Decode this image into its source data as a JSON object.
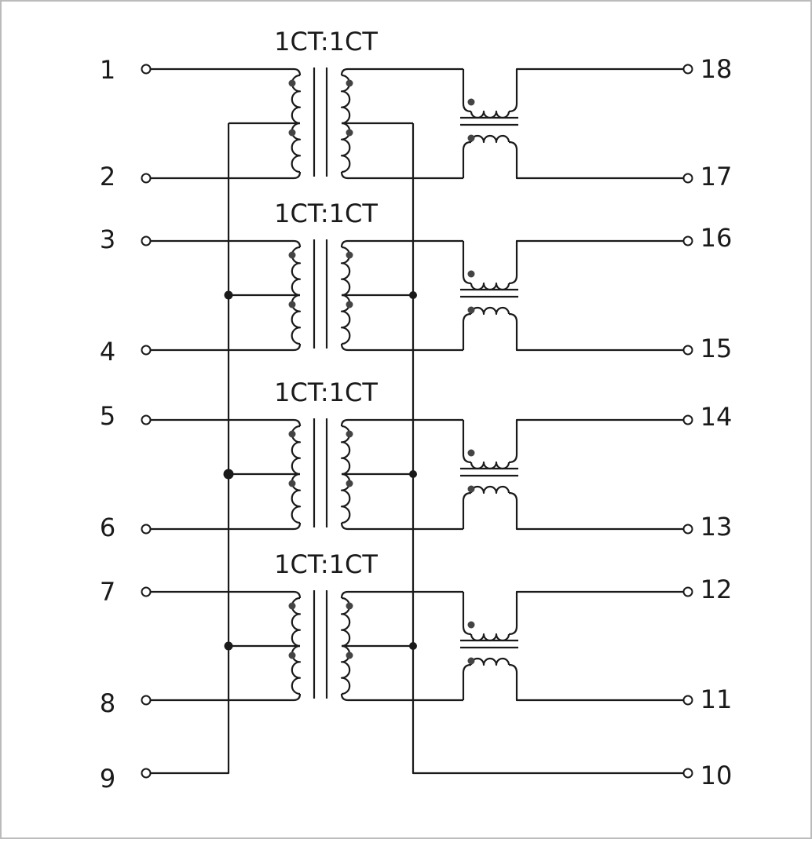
{
  "pins": {
    "left": [
      "1",
      "2",
      "3",
      "4",
      "5",
      "6",
      "7",
      "8",
      "9"
    ],
    "right": [
      "18",
      "17",
      "16",
      "15",
      "14",
      "13",
      "12",
      "11",
      "10"
    ]
  },
  "transformers": [
    {
      "ratio": "1CT:1CT"
    },
    {
      "ratio": "1CT:1CT"
    },
    {
      "ratio": "1CT:1CT"
    },
    {
      "ratio": "1CT:1CT"
    }
  ],
  "colors": {
    "line": "#1a1a1a",
    "dot": "#444444",
    "border": "#bbbbbb",
    "background": "#ffffff"
  }
}
